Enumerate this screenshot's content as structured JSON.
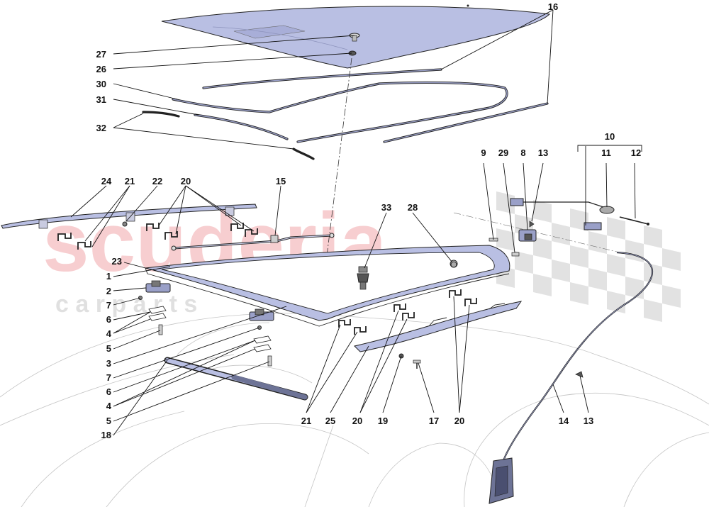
{
  "watermark": {
    "brand": "scuderia",
    "sub": "c a r   p a r t s",
    "brand_color": "#f2a7ab",
    "sub_color": "#d9d9d9",
    "flag_colors": [
      "#cfcfcf",
      "#ffffff"
    ]
  },
  "colors": {
    "part_fill": "#b9bfe3",
    "outline": "#222222",
    "background_sketch": "#c4c4c4"
  },
  "callouts": [
    {
      "id": "c27",
      "label": "27"
    },
    {
      "id": "c26",
      "label": "26"
    },
    {
      "id": "c30",
      "label": "30"
    },
    {
      "id": "c31",
      "label": "31"
    },
    {
      "id": "c32",
      "label": "32"
    },
    {
      "id": "c16",
      "label": "16"
    },
    {
      "id": "c24",
      "label": "24"
    },
    {
      "id": "c21a",
      "label": "21"
    },
    {
      "id": "c22",
      "label": "22"
    },
    {
      "id": "c20a",
      "label": "20"
    },
    {
      "id": "c15",
      "label": "15"
    },
    {
      "id": "c33",
      "label": "33"
    },
    {
      "id": "c28",
      "label": "28"
    },
    {
      "id": "c10",
      "label": "10"
    },
    {
      "id": "c9",
      "label": "9"
    },
    {
      "id": "c29",
      "label": "29"
    },
    {
      "id": "c8",
      "label": "8"
    },
    {
      "id": "c13a",
      "label": "13"
    },
    {
      "id": "c11",
      "label": "11"
    },
    {
      "id": "c12",
      "label": "12"
    },
    {
      "id": "c23",
      "label": "23"
    },
    {
      "id": "c1",
      "label": "1"
    },
    {
      "id": "c2",
      "label": "2"
    },
    {
      "id": "c7a",
      "label": "7"
    },
    {
      "id": "c6a",
      "label": "6"
    },
    {
      "id": "c4a",
      "label": "4"
    },
    {
      "id": "c5a",
      "label": "5"
    },
    {
      "id": "c3",
      "label": "3"
    },
    {
      "id": "c7b",
      "label": "7"
    },
    {
      "id": "c6b",
      "label": "6"
    },
    {
      "id": "c4b",
      "label": "4"
    },
    {
      "id": "c5b",
      "label": "5"
    },
    {
      "id": "c18",
      "label": "18"
    },
    {
      "id": "c21b",
      "label": "21"
    },
    {
      "id": "c25",
      "label": "25"
    },
    {
      "id": "c20b",
      "label": "20"
    },
    {
      "id": "c19",
      "label": "19"
    },
    {
      "id": "c17",
      "label": "17"
    },
    {
      "id": "c20c",
      "label": "20"
    },
    {
      "id": "c14",
      "label": "14"
    },
    {
      "id": "c13b",
      "label": "13"
    }
  ]
}
